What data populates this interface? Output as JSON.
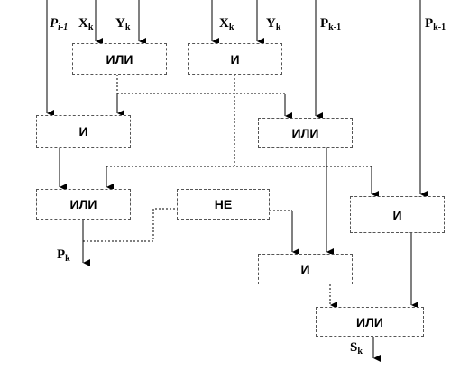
{
  "gates": {
    "g1": "ИЛИ",
    "g2": "И",
    "g3": "И",
    "g4": "ИЛИ",
    "g5": "ИЛИ",
    "g6": "НЕ",
    "g7": "И",
    "g8": "И",
    "g9": "ИЛИ"
  },
  "signals": {
    "p_in": {
      "base": "P",
      "sub": "i-1"
    },
    "x1": {
      "base": "X",
      "sub": "k"
    },
    "y1": {
      "base": "Y",
      "sub": "k"
    },
    "x2": {
      "base": "X",
      "sub": "k"
    },
    "y2": {
      "base": "Y",
      "sub": "k"
    },
    "pk1a": {
      "base": "P",
      "sub": "k-1"
    },
    "pk1b": {
      "base": "P",
      "sub": "k-1"
    },
    "p_out": {
      "base": "P",
      "sub": "k"
    },
    "s_out": {
      "base": "S",
      "sub": "k"
    }
  }
}
